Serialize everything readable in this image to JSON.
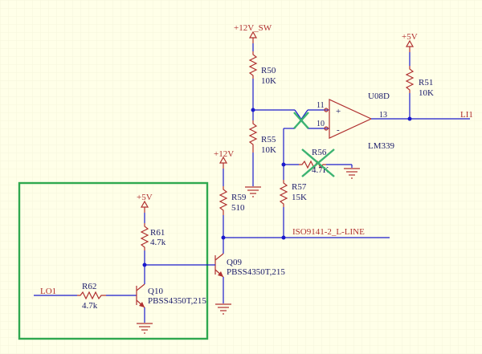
{
  "power": {
    "v12sw": "+12V_SW",
    "v5_top": "+5V",
    "v12": "+12V",
    "v5_left": "+5V"
  },
  "resistors": {
    "r50": {
      "ref": "R50",
      "value": "10K"
    },
    "r51": {
      "ref": "R51",
      "value": "10K"
    },
    "r55": {
      "ref": "R55",
      "value": "10K"
    },
    "r56": {
      "ref": "R56",
      "value": "4.7K"
    },
    "r57": {
      "ref": "R57",
      "value": "15K"
    },
    "r59": {
      "ref": "R59",
      "value": "510"
    },
    "r61": {
      "ref": "R61",
      "value": "4.7k"
    },
    "r62": {
      "ref": "R62",
      "value": "4.7k"
    }
  },
  "comparator": {
    "ref": "U08D",
    "part": "LM339",
    "pin_plus": "11",
    "pin_minus": "10",
    "pin_out": "13",
    "plus_sign": "+",
    "minus_sign": "-"
  },
  "transistors": {
    "q09": {
      "ref": "Q09",
      "part": "PBSS4350T,215"
    },
    "q10": {
      "ref": "Q10",
      "part": "PBSS4350T,215"
    }
  },
  "nets": {
    "kline": "ISO9141-2_L-LINE",
    "lo1": "LO1",
    "li1": "LI1"
  },
  "colors": {
    "wire": "#1a1acc",
    "part": "#b03030",
    "highlight_box": "#2fa84f",
    "dnp_cross": "#3cb371",
    "background": "#ffffe8"
  }
}
